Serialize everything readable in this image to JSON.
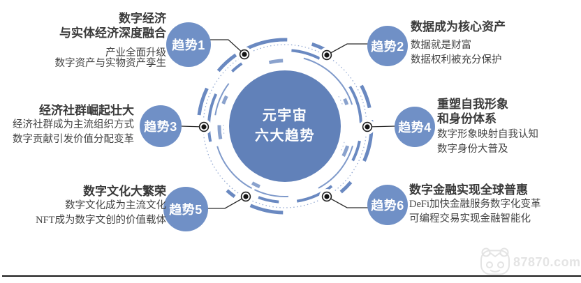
{
  "center": {
    "line1": "元宇宙",
    "line2": "六大趋势"
  },
  "trends": [
    {
      "badge": "趋势1",
      "title_lines": [
        "数字经济",
        "与实体经济深度融合"
      ],
      "points": [
        "产业全面升级",
        "数字资产与实物资产孪生"
      ]
    },
    {
      "badge": "趋势2",
      "title_lines": [
        "数据成为核心资产"
      ],
      "points": [
        "数据就是财富",
        "数据权利被充分保护"
      ]
    },
    {
      "badge": "趋势3",
      "title_lines": [
        "经济社群崛起壮大"
      ],
      "points": [
        "经济社群成为主流组织方式",
        "数字贡献引发价值分配变革"
      ]
    },
    {
      "badge": "趋势4",
      "title_lines": [
        "重塑自我形象",
        "和身份体系"
      ],
      "points": [
        "数字形象映射自我认知",
        "数字身份大普及"
      ]
    },
    {
      "badge": "趋势5",
      "title_lines": [
        "数字文化大繁荣"
      ],
      "points": [
        "数字文化成为主流文化",
        "NFT成为数字文创的价值载体"
      ]
    },
    {
      "badge": "趋势6",
      "title_lines": [
        "数字金融实现全球普惠"
      ],
      "points": [
        "DeFi加快金融服务数字化变革",
        "可编程交易实现金融智能化"
      ]
    }
  ],
  "watermark": {
    "icon": "bear-logo",
    "text": "87870.com"
  },
  "colors": {
    "center_circle_blue": "#6181b9",
    "badge_blue": "#7090c6",
    "arc_blue": "#6a89c1",
    "arc_light_blue": "#8aa2cd",
    "text_dark": "#3c3c3c",
    "connector_dark": "#2a2a2a",
    "watermark_gray": "#e4e4e4"
  }
}
